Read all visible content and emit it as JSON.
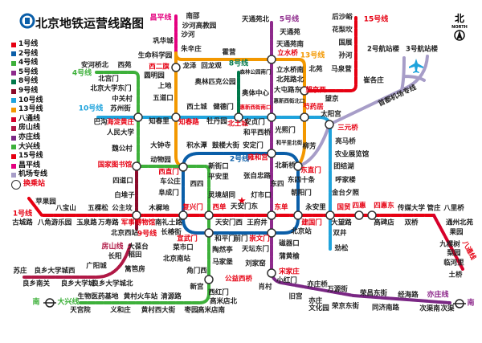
{
  "title": "北京地铁运营线路图",
  "north": {
    "char": "北",
    "word": "NORTH"
  },
  "legend": [
    {
      "label": "1号线",
      "color": "#e60012"
    },
    {
      "label": "2号线",
      "color": "#0a5ea8"
    },
    {
      "label": "4号线",
      "color": "#3db03a"
    },
    {
      "label": "5号线",
      "color": "#8e2a8c"
    },
    {
      "label": "8号线",
      "color": "#00784a"
    },
    {
      "label": "9号线",
      "color": "#8b0a2a"
    },
    {
      "label": "10号线",
      "color": "#1fa3dc"
    },
    {
      "label": "13号线",
      "color": "#f39800"
    },
    {
      "label": "八通线",
      "color": "#d7002a"
    },
    {
      "label": "房山线",
      "color": "#b01845"
    },
    {
      "label": "亦庄线",
      "color": "#7a2784"
    },
    {
      "label": "大兴线",
      "color": "#3db03a"
    },
    {
      "label": "15号线",
      "color": "#e60012"
    },
    {
      "label": "昌平线",
      "color": "#e4007f"
    },
    {
      "label": "机场专线",
      "color": "#a79dc8"
    }
  ],
  "legend_transfer": "换乘站",
  "labels": [
    {
      "t": "昌平线",
      "k": "line",
      "c": "#e4007f"
    },
    {
      "t": "南邵"
    },
    {
      "t": "沙河高教园"
    },
    {
      "t": "沙河"
    },
    {
      "t": "巩华城"
    },
    {
      "t": "朱辛庄"
    },
    {
      "t": "生命科学园"
    },
    {
      "t": "霍营"
    },
    {
      "t": "西二旗",
      "k": "hl"
    },
    {
      "t": "龙泽"
    },
    {
      "t": "回龙观"
    },
    {
      "t": "8号线",
      "k": "line",
      "c": "#00784a"
    },
    {
      "t": "安河桥北"
    },
    {
      "t": "西苑"
    },
    {
      "t": "4号线",
      "k": "line",
      "c": "#3db03a"
    },
    {
      "t": "圆明园"
    },
    {
      "t": "北宫门"
    },
    {
      "t": "上地"
    },
    {
      "t": "奥林匹克公园"
    },
    {
      "t": "北京大学东门"
    },
    {
      "t": "中关村"
    },
    {
      "t": "五道口"
    },
    {
      "t": "10号线",
      "k": "line",
      "c": "#1fa3dc"
    },
    {
      "t": "苏州街"
    },
    {
      "t": "西土城"
    },
    {
      "t": "健德门"
    },
    {
      "t": "巴沟"
    },
    {
      "t": "海淀黄庄",
      "k": "hl"
    },
    {
      "t": "知春里"
    },
    {
      "t": "知春路",
      "k": "hl"
    },
    {
      "t": "牡丹园"
    },
    {
      "t": "人民大学"
    },
    {
      "t": "大钟寺"
    },
    {
      "t": "积水潭"
    },
    {
      "t": "鼓楼大街"
    },
    {
      "t": "魏公村"
    },
    {
      "t": "动物园"
    },
    {
      "t": "2号线",
      "k": "line",
      "c": "#0a5ea8"
    },
    {
      "t": "国家图书馆",
      "k": "hl"
    },
    {
      "t": "新街口"
    },
    {
      "t": "天通苑北"
    },
    {
      "t": "5号线",
      "k": "line",
      "c": "#8e2a8c"
    },
    {
      "t": "天通苑"
    },
    {
      "t": "天通苑南"
    },
    {
      "t": "立水桥",
      "k": "hl"
    },
    {
      "t": "13号线",
      "k": "line",
      "c": "#f39800"
    },
    {
      "t": "森林公园南门",
      "k": "small"
    },
    {
      "t": "立水桥南"
    },
    {
      "t": "北苑"
    },
    {
      "t": "北苑路北"
    },
    {
      "t": "大屯路东"
    },
    {
      "t": "望京西",
      "k": "hl"
    },
    {
      "t": "奥体中心"
    },
    {
      "t": "惠新西街北口",
      "k": "small"
    },
    {
      "t": "望京"
    },
    {
      "t": "惠新西街南口",
      "k": "small",
      "c": "#e60012"
    },
    {
      "t": "芍药居",
      "k": "hl"
    },
    {
      "t": "北土城",
      "k": "hl"
    },
    {
      "t": "安贞门"
    },
    {
      "t": "和平西桥"
    },
    {
      "t": "光熙门"
    },
    {
      "t": "和平里北街",
      "k": "small"
    },
    {
      "t": "柳芳"
    },
    {
      "t": "安定门"
    },
    {
      "t": "雍和宫",
      "k": "hl"
    },
    {
      "t": "北新桥"
    },
    {
      "t": "东直门",
      "k": "hl"
    },
    {
      "t": "太阳宫"
    },
    {
      "t": "三元桥",
      "k": "hl"
    },
    {
      "t": "亮马桥"
    },
    {
      "t": "农业展览馆"
    },
    {
      "t": "团结湖"
    },
    {
      "t": "后沙峪"
    },
    {
      "t": "15号线",
      "k": "line",
      "c": "#e60012"
    },
    {
      "t": "花梨坎"
    },
    {
      "t": "国展"
    },
    {
      "t": "孙河"
    },
    {
      "t": "马泉营"
    },
    {
      "t": "崔各庄"
    },
    {
      "t": "2号航站楼"
    },
    {
      "t": "3号航站楼"
    },
    {
      "t": "西直门",
      "k": "hl"
    },
    {
      "t": "车公庄"
    },
    {
      "t": "西四"
    },
    {
      "t": "平安里"
    },
    {
      "t": "张自忠路"
    },
    {
      "t": "东四"
    },
    {
      "t": "东四十条"
    },
    {
      "t": "呼家楼"
    },
    {
      "t": "阜成门"
    },
    {
      "t": "朝阳门"
    },
    {
      "t": "灵境胡同"
    },
    {
      "t": "灯市口"
    },
    {
      "t": "金台夕照"
    },
    {
      "t": "四道口"
    },
    {
      "t": "白堆子"
    },
    {
      "t": "苹果园"
    },
    {
      "t": "八宝山"
    },
    {
      "t": "五棵松"
    },
    {
      "t": "公主坟"
    },
    {
      "t": "木樨地"
    },
    {
      "t": "复兴门",
      "k": "hl"
    },
    {
      "t": "西单",
      "k": "hl"
    },
    {
      "t": "天安门东"
    },
    {
      "t": "东单",
      "k": "hl"
    },
    {
      "t": "永安里"
    },
    {
      "t": "国贸",
      "k": "hl"
    },
    {
      "t": "四惠",
      "k": "hl"
    },
    {
      "t": "四惠东",
      "k": "hl"
    },
    {
      "t": "传媒大学"
    },
    {
      "t": "管庄"
    },
    {
      "t": "八里桥"
    },
    {
      "t": "1号线",
      "k": "line",
      "c": "#e60012"
    },
    {
      "t": "古城路"
    },
    {
      "t": "八角游乐园"
    },
    {
      "t": "玉泉路"
    },
    {
      "t": "万寿路"
    },
    {
      "t": "军事博物馆",
      "k": "hl"
    },
    {
      "t": "南礼士路"
    },
    {
      "t": "天安门西"
    },
    {
      "t": "王府井"
    },
    {
      "t": "建国门",
      "k": "hl"
    },
    {
      "t": "大望路"
    },
    {
      "t": "高碑店"
    },
    {
      "t": "双桥"
    },
    {
      "t": "通州北苑"
    },
    {
      "t": "北京西站"
    },
    {
      "t": "9号线",
      "k": "line",
      "c": "#e60012"
    },
    {
      "t": "长椿街"
    },
    {
      "t": "北京站"
    },
    {
      "t": "果园"
    },
    {
      "t": "双井"
    },
    {
      "t": "宣武门",
      "k": "hl"
    },
    {
      "t": "和平门"
    },
    {
      "t": "前门"
    },
    {
      "t": "崇文门",
      "k": "hl"
    },
    {
      "t": "磁器口"
    },
    {
      "t": "菜市口"
    },
    {
      "t": "陶然亭"
    },
    {
      "t": "天坛东门"
    },
    {
      "t": "九棵树"
    },
    {
      "t": "北京南站"
    },
    {
      "t": "蒲黄榆"
    },
    {
      "t": "马家堡"
    },
    {
      "t": "刘家窑"
    },
    {
      "t": "劲松"
    },
    {
      "t": "梨园"
    },
    {
      "t": "临河里"
    },
    {
      "t": "角门西"
    },
    {
      "t": "公益西桥",
      "k": "hl"
    },
    {
      "t": "宋家庄",
      "k": "hl"
    },
    {
      "t": "土桥"
    },
    {
      "t": "新宫"
    },
    {
      "t": "小红门"
    },
    {
      "t": "亦庄桥"
    },
    {
      "t": "肖村"
    },
    {
      "t": "万源街"
    },
    {
      "t": "荣昌东街"
    },
    {
      "t": "经海路"
    },
    {
      "t": "亦庄线",
      "k": "line",
      "c": "#8e2a8c"
    },
    {
      "t": "旧宫"
    },
    {
      "t": "西红门"
    },
    {
      "t": "高米店北"
    },
    {
      "t": "亦庄\n文化园"
    },
    {
      "t": "荣京东街"
    },
    {
      "t": "同济南路"
    },
    {
      "t": "次渠南"
    },
    {
      "t": "次渠"
    },
    {
      "t": "南",
      "k": "line",
      "c": "#8e2a8c"
    },
    {
      "t": "房山线",
      "k": "line",
      "c": "#b01845"
    },
    {
      "t": "大葆台"
    },
    {
      "t": "稻田"
    },
    {
      "t": "长阳"
    },
    {
      "t": "广阳城"
    },
    {
      "t": "篱笆房"
    },
    {
      "t": "苏庄"
    },
    {
      "t": "良乡大学城西"
    },
    {
      "t": "良乡南关"
    },
    {
      "t": "良乡大学城"
    },
    {
      "t": "良乡大学城北"
    },
    {
      "t": "南",
      "k": "line",
      "c": "#3db03a"
    },
    {
      "t": "大兴线",
      "k": "line",
      "c": "#3db03a"
    },
    {
      "t": "生物医药基地"
    },
    {
      "t": "黄村火车站"
    },
    {
      "t": "清源路"
    },
    {
      "t": "天宫院"
    },
    {
      "t": "义和庄"
    },
    {
      "t": "黄村西大街"
    },
    {
      "t": "枣园"
    },
    {
      "t": "高米店南"
    }
  ],
  "rotated_labels": [
    {
      "t": "首都机场专线",
      "c": "#222"
    },
    {
      "t": "八通线",
      "c": "#e60012"
    }
  ]
}
